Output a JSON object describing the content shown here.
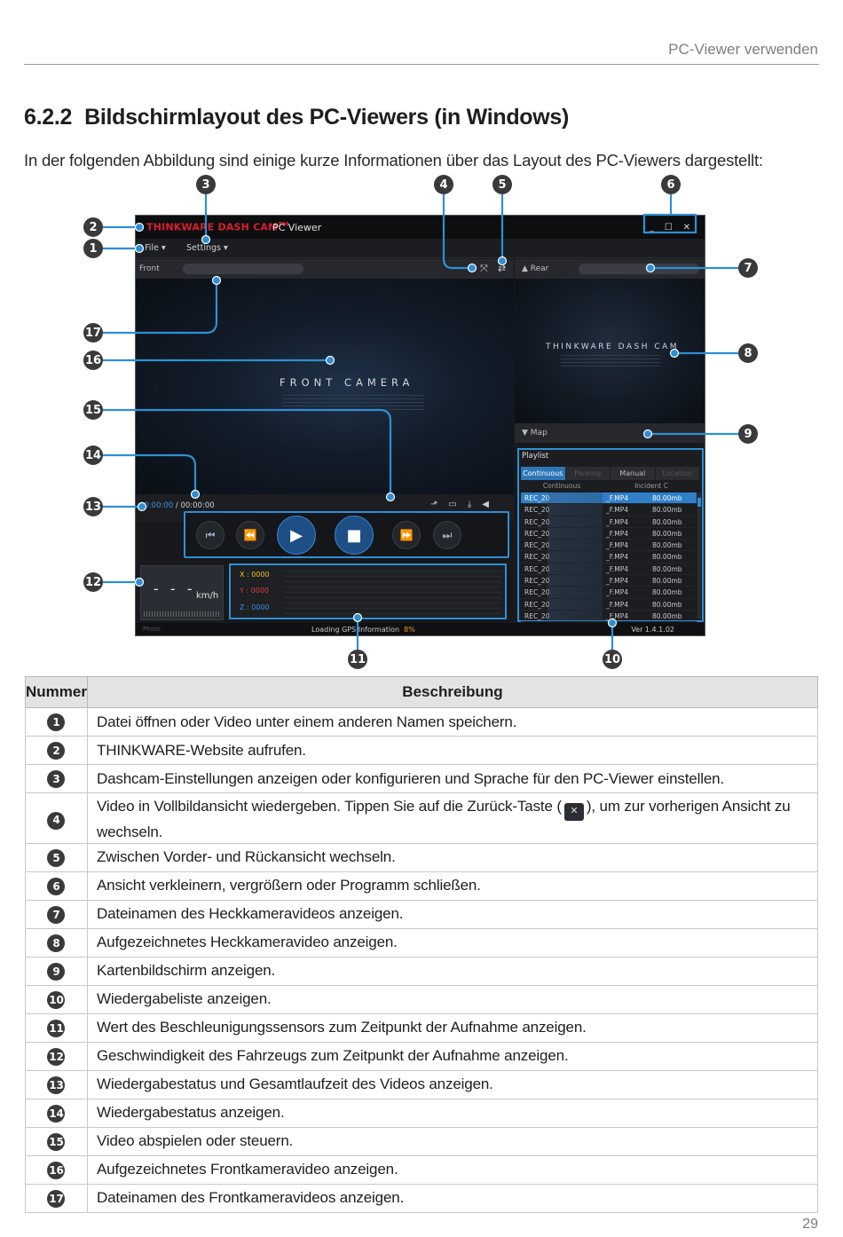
{
  "header": {
    "label": "PC-Viewer verwenden"
  },
  "section": {
    "number": "6.2.2",
    "title": "Bildschirmlayout des PC-Viewers (in Windows)",
    "intro": "In der folgenden Abbildung sind einige kurze Informationen über das Layout des PC-Viewers dargestellt:"
  },
  "screenshot": {
    "brand": "THINKWARE DASH CAM",
    "brand_tm": "TM",
    "app_name": "PC Viewer",
    "window_controls": [
      "_",
      "☐",
      "✕"
    ],
    "menu": {
      "file": "File ▾",
      "settings": "Settings ▾"
    },
    "front_label": "Front",
    "rear_label": "▲ Rear",
    "map_label": "▼ Map",
    "front_camera_text": "FRONT CAMERA",
    "rear_camera_text": "THINKWARE DASH CAM",
    "time_current": "00:00:00",
    "time_separator": " / ",
    "time_total": "00:00:00",
    "speed_value": "- - -",
    "speed_unit": "km/h",
    "gsensor": {
      "x": "X : 0000",
      "y": "Y : 0000",
      "z": "Z : 0000"
    },
    "status_left": "Photo",
    "status_loading": "Loading GPS Information",
    "status_percent": "8%",
    "version": "Ver 1.4.1.02",
    "playlist": {
      "title": "Playlist",
      "tabs": [
        "Continuous",
        "Parking",
        "Manual",
        "Location"
      ],
      "columns": [
        "Continuous",
        "Incident C"
      ],
      "rows": [
        {
          "name": "REC_20",
          "file": "_F.MP4",
          "size": "80.00mb"
        },
        {
          "name": "REC_20",
          "file": "_F.MP4",
          "size": "80.00mb"
        },
        {
          "name": "REC_20",
          "file": "_F.MP4",
          "size": "80.00mb"
        },
        {
          "name": "REC_20",
          "file": "_F.MP4",
          "size": "80.00mb"
        },
        {
          "name": "REC_20",
          "file": "_F.MP4",
          "size": "80.00mb"
        },
        {
          "name": "REC_20",
          "file": "_F.MP4",
          "size": "80.00mb"
        },
        {
          "name": "REC_20",
          "file": "_F.MP4",
          "size": "80.00mb"
        },
        {
          "name": "REC_20",
          "file": "_F.MP4",
          "size": "80.00mb"
        },
        {
          "name": "REC_20",
          "file": "_F.MP4",
          "size": "80.00mb"
        },
        {
          "name": "REC_20",
          "file": "_F.MP4",
          "size": "80.00mb"
        },
        {
          "name": "REC_20",
          "file": "_F.MP4",
          "size": "80.00mb"
        }
      ]
    }
  },
  "callouts": [
    "1",
    "2",
    "3",
    "4",
    "5",
    "6",
    "7",
    "8",
    "9",
    "10",
    "11",
    "12",
    "13",
    "14",
    "15",
    "16",
    "17"
  ],
  "table": {
    "headers": [
      "Nummer",
      "Beschreibung"
    ],
    "rows": [
      {
        "num": "1",
        "desc": "Datei öffnen oder Video unter einem anderen Namen speichern."
      },
      {
        "num": "2",
        "desc": "THINKWARE-Website aufrufen."
      },
      {
        "num": "3",
        "desc": "Dashcam-Einstellungen anzeigen oder konfigurieren und Sprache für den PC-Viewer einstellen."
      },
      {
        "num": "4",
        "desc_before": "Video in Vollbildansicht wiedergeben. Tippen Sie auf die Zurück-Taste (",
        "desc_after": "), um zur vorherigen Ansicht zu wechseln."
      },
      {
        "num": "5",
        "desc": "Zwischen Vorder- und Rückansicht wechseln."
      },
      {
        "num": "6",
        "desc": "Ansicht verkleinern, vergrößern oder Programm schließen."
      },
      {
        "num": "7",
        "desc": "Dateinamen des Heckkameravideos anzeigen."
      },
      {
        "num": "8",
        "desc": "Aufgezeichnetes Heckkameravideo anzeigen."
      },
      {
        "num": "9",
        "desc": "Kartenbildschirm anzeigen."
      },
      {
        "num": "10",
        "desc": "Wiedergabeliste anzeigen."
      },
      {
        "num": "11",
        "desc": "Wert des Beschleunigungssensors zum Zeitpunkt der Aufnahme anzeigen."
      },
      {
        "num": "12",
        "desc": "Geschwindigkeit des Fahrzeugs zum Zeitpunkt der Aufnahme anzeigen."
      },
      {
        "num": "13",
        "desc": "Wiedergabestatus und Gesamtlaufzeit des Videos anzeigen."
      },
      {
        "num": "14",
        "desc": "Wiedergabestatus anzeigen."
      },
      {
        "num": "15",
        "desc": "Video abspielen oder steuern."
      },
      {
        "num": "16",
        "desc": "Aufgezeichnetes Frontkameravideo anzeigen."
      },
      {
        "num": "17",
        "desc": "Dateinamen des Frontkameravideos anzeigen."
      }
    ]
  },
  "page_number": "29",
  "colors": {
    "accent": "#2f8fd4",
    "brand_red": "#d91e2e",
    "callout": "#3a3a3a",
    "table_header": "#e3e3e3"
  }
}
